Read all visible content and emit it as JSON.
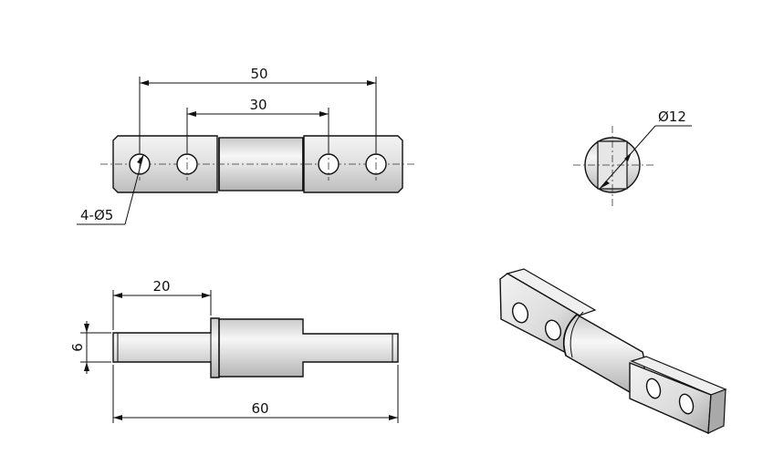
{
  "drawing": {
    "dimensions": {
      "front_overall": "50",
      "front_inner": "30",
      "holes": "4-Ø5",
      "circle_dia": "Ø12",
      "side_shoulder": "20",
      "side_thickness": "6",
      "side_overall": "60"
    }
  }
}
